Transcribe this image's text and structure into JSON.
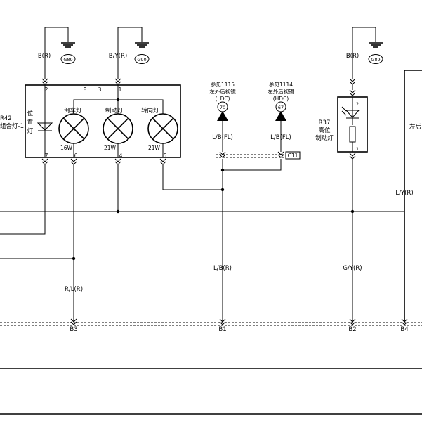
{
  "grounds": {
    "left": {
      "wire": "B(R)",
      "label": "G89"
    },
    "mid": {
      "wire": "B/Y(R)",
      "label": "G90"
    },
    "right": {
      "wire": "B(R)",
      "label": "G89"
    }
  },
  "combo_lamp": {
    "id": "R42",
    "name": "组合灯-1",
    "position_lamp": [
      "位",
      "置",
      "灯"
    ],
    "pins_top": [
      "2",
      "8",
      "3",
      "1"
    ],
    "pins_bottom": [
      "7",
      "6",
      "4",
      "5"
    ],
    "bulbs": [
      {
        "name": "倒车灯",
        "watt": "16W"
      },
      {
        "name": "制动灯",
        "watt": "21W"
      },
      {
        "name": "转向灯",
        "watt": "21W"
      }
    ]
  },
  "refs": [
    {
      "line1": "参见1115",
      "line2": "左外后视镜",
      "code": "(LDC)",
      "num": "70",
      "wire": "L/B(FL)"
    },
    {
      "line1": "参见1114",
      "line2": "左外后视镜",
      "code": "(HDC)",
      "num": "67",
      "wire": "L/B(FL)"
    }
  ],
  "connector_c11": "C11",
  "high_brake": {
    "id": "R37",
    "name1": "高位",
    "name2": "制动灯",
    "pin_top": "2",
    "pin_bottom": "1"
  },
  "right_edge_label": "左后",
  "wires": {
    "rl": "R/L(R)",
    "lb": "L/B(R)",
    "gy": "G/Y(R)",
    "ly": "L/Y(R)"
  },
  "bus_pins": [
    "B3",
    "B1",
    "B2",
    "B4"
  ]
}
